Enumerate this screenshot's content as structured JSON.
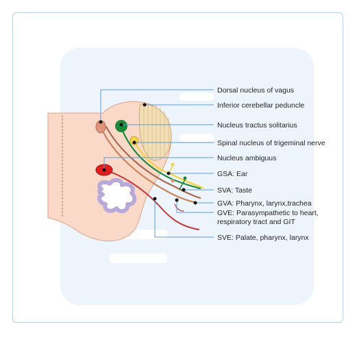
{
  "labels": {
    "dorsal": "Dorsal nucleus of vagus",
    "icp": "Inferior cerebellar peduncle",
    "nts": "Nucleus tractus solitarius",
    "spinal_trigeminal": "Spinal nucleus of trigeminal nerve",
    "ambiguus": "Nucleus ambiguus",
    "gsa": "GSA: Ear",
    "sva": "SVA: Taste",
    "gva": "GVA: Pharynx, larynx,trachea",
    "gve_line1": "GVE: Parasympathetic to heart,",
    "gve_line2": "respiratory tract and GIT",
    "sve": "SVE: Palate, pharynx, larynx"
  },
  "colors": {
    "brainstem": "#fbd9c8",
    "brainstem_outline": "#d9a48c",
    "dorsal_nucleus": "#e0957a",
    "nts": "#1a8a3a",
    "ambiguus": "#e02020",
    "trigeminal": "#f2d34a",
    "icp": "#f3dfb5",
    "leader": "#5a9cd6"
  }
}
